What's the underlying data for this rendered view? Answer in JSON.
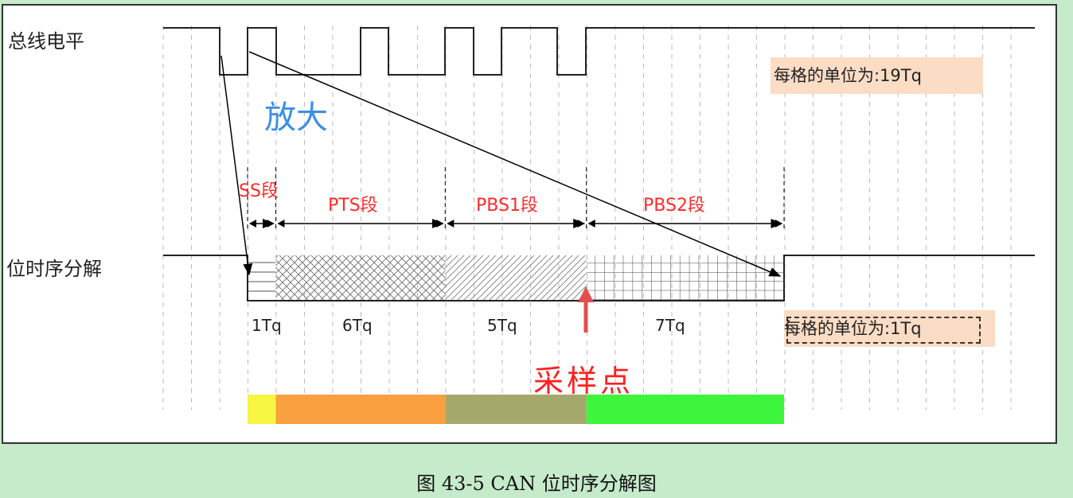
{
  "labels": {
    "bus_level": "总线电平",
    "bit_timing": "位时序分解",
    "zoom": "放大",
    "sample_point": "采样点"
  },
  "units": {
    "top": "每格的单位为:19Tq",
    "bottom": "每格的单位为:1Tq"
  },
  "segments": [
    {
      "name": "SS段",
      "tq": "1Tq",
      "length": 1,
      "color": "#f5f542"
    },
    {
      "name": "PTS段",
      "tq": "6Tq",
      "length": 6,
      "color": "#f9a040"
    },
    {
      "name": "PBS1段",
      "tq": "5Tq",
      "length": 5,
      "color": "#a5a86b"
    },
    {
      "name": "PBS2段",
      "tq": "7Tq",
      "length": 7,
      "color": "#3ef53e"
    }
  ],
  "caption": "图 43-5 CAN 位时序分解图",
  "colors": {
    "zoom_text": "#3a8ee6",
    "segment_text": "#ff2a2a",
    "sample_arrow": "#e05050",
    "unit_box": "#fbdcc4"
  }
}
